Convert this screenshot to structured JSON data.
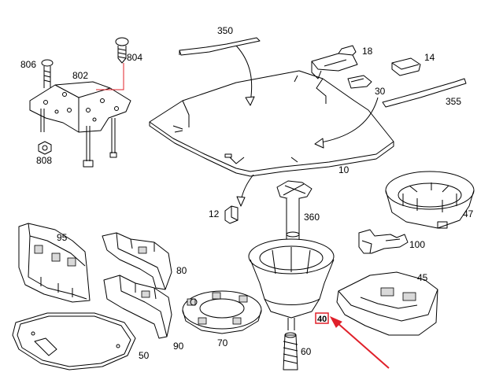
{
  "parts": {
    "p806": "806",
    "p804": "804",
    "p802": "802",
    "p808": "808",
    "p350": "350",
    "p18": "18",
    "p14": "14",
    "p30": "30",
    "p355": "355",
    "p10": "10",
    "p12": "12",
    "p360": "360",
    "p47": "47",
    "p100": "100",
    "p95": "95",
    "p80": "80",
    "p90": "90",
    "p70": "70",
    "p45": "45",
    "p40": "40",
    "p60": "60",
    "p50": "50"
  },
  "highlight": {
    "part": "40",
    "color": "#e0202a"
  }
}
